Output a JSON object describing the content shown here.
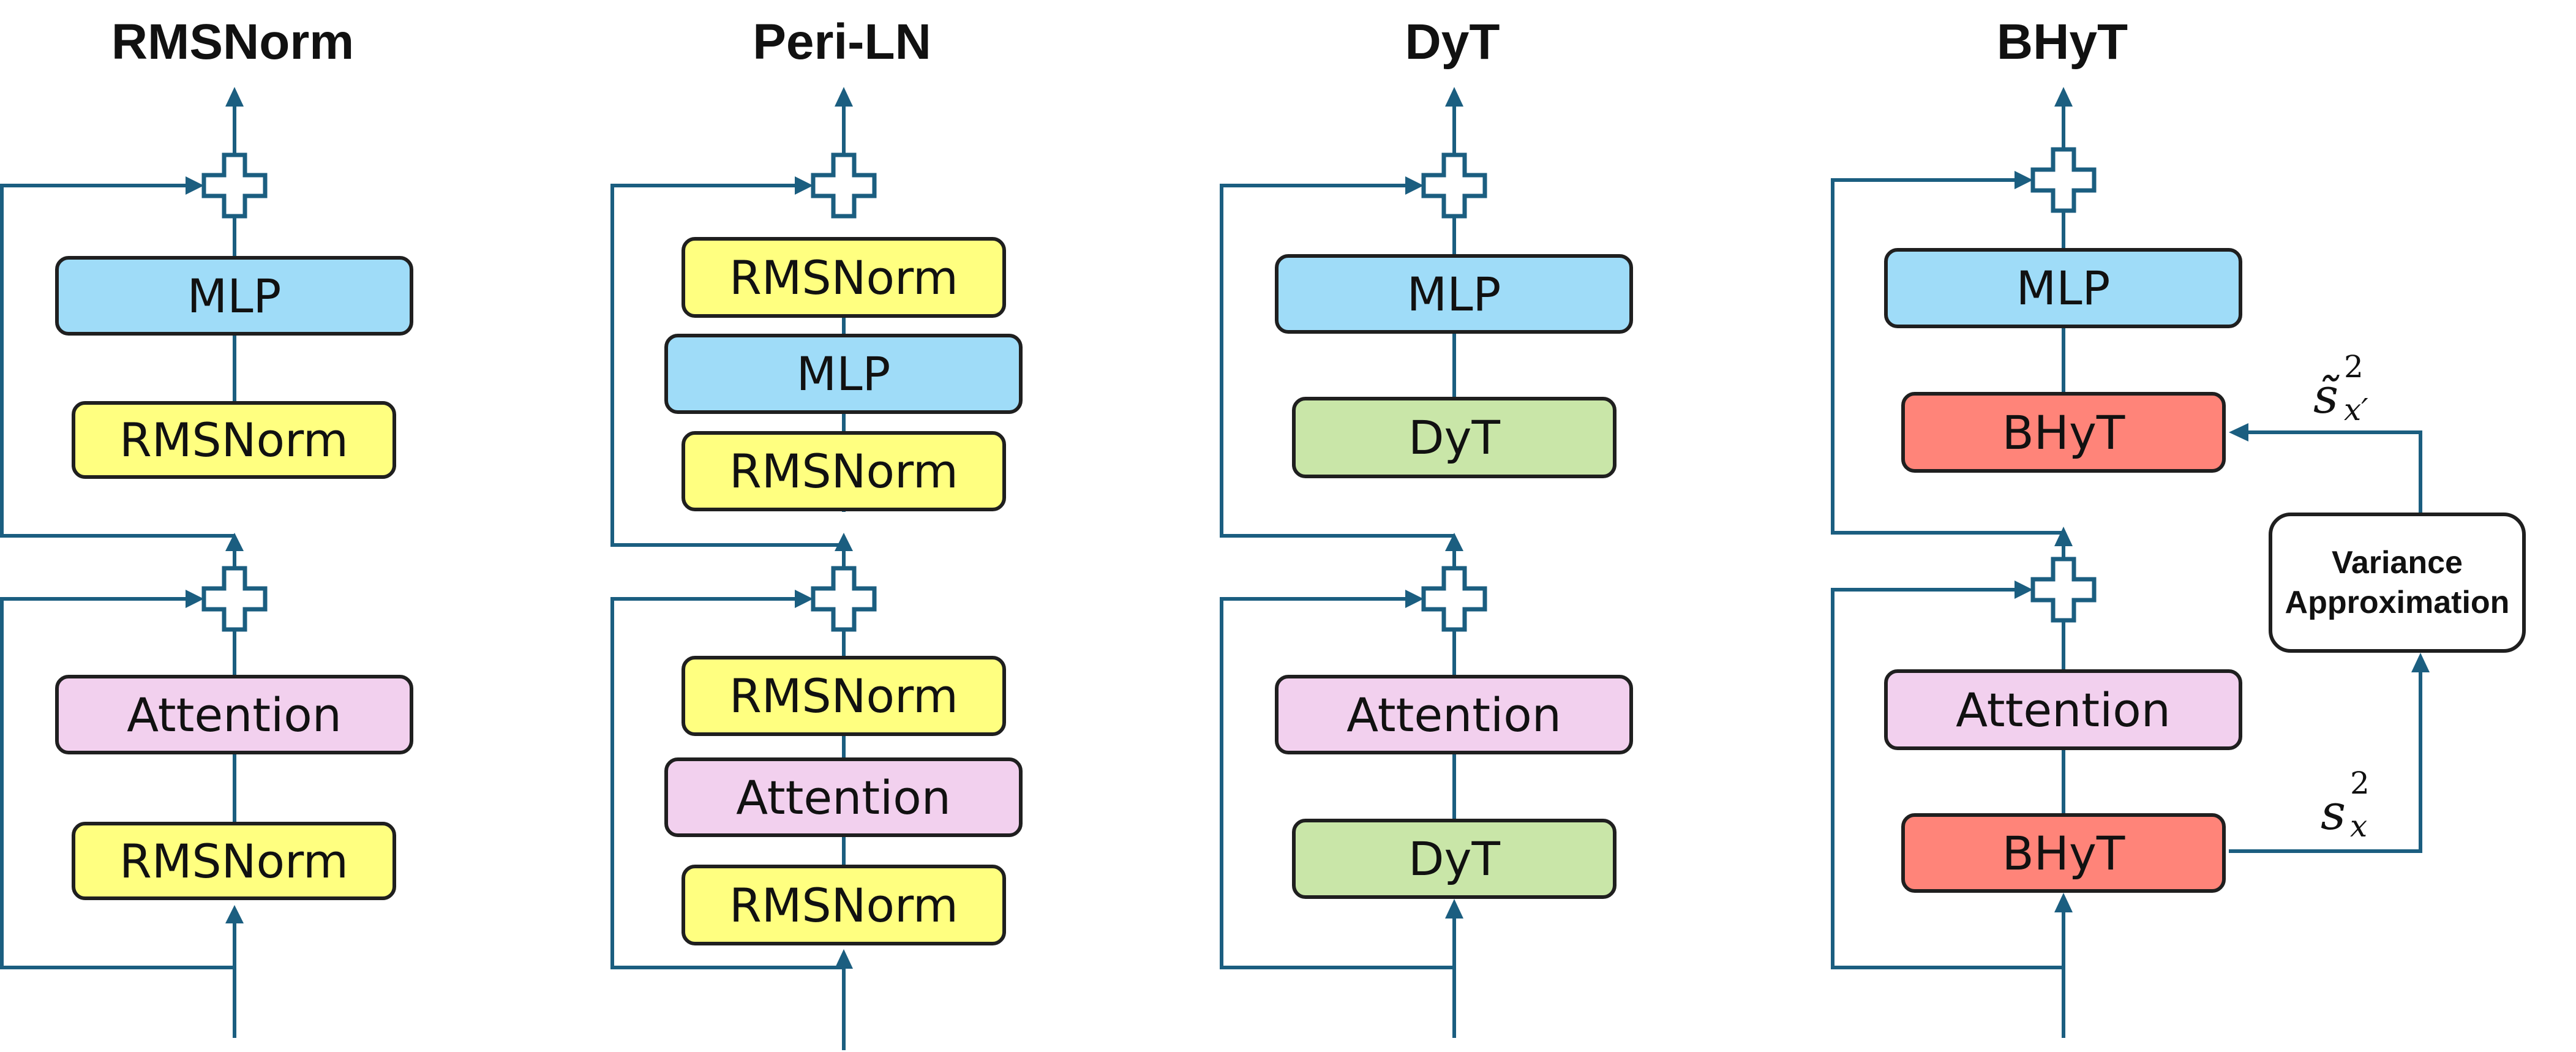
{
  "columns": [
    {
      "title": "RMSNorm",
      "blocks": [
        "MLP",
        "RMSNorm",
        "Attention",
        "RMSNorm"
      ]
    },
    {
      "title": "Peri-LN",
      "blocks": [
        "RMSNorm",
        "MLP",
        "RMSNorm",
        "RMSNorm",
        "Attention",
        "RMSNorm"
      ]
    },
    {
      "title": "DyT",
      "blocks": [
        "MLP",
        "DyT",
        "Attention",
        "DyT"
      ]
    },
    {
      "title": "BHyT",
      "blocks": [
        "MLP",
        "BHyT",
        "Attention",
        "BHyT"
      ]
    }
  ],
  "variance_box": {
    "line1": "Variance",
    "line2": "Approximation"
  },
  "math": {
    "s_base": "s",
    "s_sup": "2",
    "s_sub": "x",
    "st_base": "s̃",
    "st_sup": "2",
    "st_sub": "x′"
  },
  "colors": {
    "line": "#1b5e80",
    "mlp": "#9fdcf8",
    "rmsnorm": "#ffff80",
    "attention": "#f2d0ee",
    "dyt": "#c9e6a8",
    "bhyt": "#ff8479"
  }
}
